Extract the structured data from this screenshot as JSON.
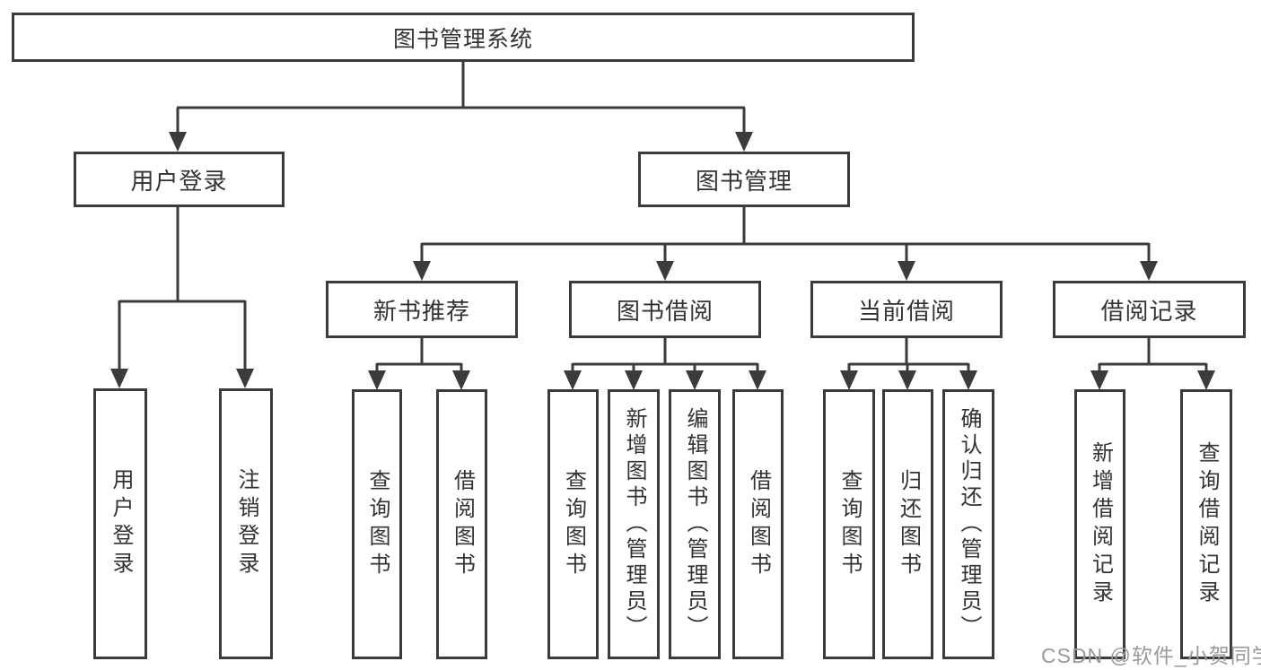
{
  "diagram": {
    "root": {
      "label": "图书管理系统"
    },
    "level2": {
      "user_login": {
        "label": "用户登录"
      },
      "book_mgmt": {
        "label": "图书管理"
      }
    },
    "level3": {
      "new_book_rec": {
        "label": "新书推荐"
      },
      "book_borrow": {
        "label": "图书借阅"
      },
      "current_borrow": {
        "label": "当前借阅"
      },
      "borrow_records": {
        "label": "借阅记录"
      }
    },
    "level4": {
      "user_login_action": {
        "label": "用户登录"
      },
      "logout": {
        "label": "注销登录"
      },
      "nbr_query_books": {
        "label": "查询图书"
      },
      "nbr_borrow_books": {
        "label": "借阅图书"
      },
      "bb_query_books": {
        "label": "查询图书"
      },
      "bb_add_books": {
        "label": "新增图书（管理员）"
      },
      "bb_edit_books": {
        "label": "编辑图书（管理员）"
      },
      "bb_borrow_books": {
        "label": "借阅图书"
      },
      "cb_query_books": {
        "label": "查询图书"
      },
      "cb_return_books": {
        "label": "归还图书"
      },
      "cb_confirm_return": {
        "label": "确认归还（管理员）"
      },
      "br_add_record": {
        "label": "新增借阅记录"
      },
      "br_query_record": {
        "label": "查询借阅记录"
      }
    },
    "watermark": "CSDN @软件_小贺同学",
    "colors": {
      "line": "#3b3b3b",
      "text": "#333333",
      "watermark": "#9a9a9a",
      "background": "#ffffff"
    }
  }
}
